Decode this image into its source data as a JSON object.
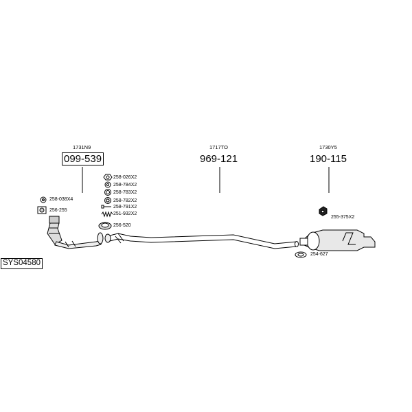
{
  "system_code": "SYS04580",
  "callouts": [
    {
      "ref": "1731N9",
      "part": "099-539",
      "boxed": true
    },
    {
      "ref": "1717TO",
      "part": "969-121",
      "boxed": false
    },
    {
      "ref": "1730Y5",
      "part": "190-115",
      "boxed": false
    }
  ],
  "fittings": [
    {
      "label": "258-026X2",
      "icon": "hex-nut-icon"
    },
    {
      "label": "258-784X2",
      "icon": "washer-icon"
    },
    {
      "label": "258-783X2",
      "icon": "spring-icon"
    },
    {
      "label": "258-782X2",
      "icon": "clamp-icon"
    },
    {
      "label": "258-791X2",
      "icon": "bolt-icon"
    },
    {
      "label": "251-932X2",
      "icon": "spring-coil-icon"
    },
    {
      "label": "256-520",
      "icon": "gasket-ring-icon"
    }
  ],
  "left_parts": [
    {
      "label": "258-038X4",
      "icon": "nut-icon"
    },
    {
      "label": "256-255",
      "icon": "flange-gasket-icon"
    }
  ],
  "right_parts": [
    {
      "label": "255-375X2",
      "icon": "rubber-mount-icon"
    },
    {
      "label": "254-627",
      "icon": "clamp-ring-icon"
    }
  ]
}
